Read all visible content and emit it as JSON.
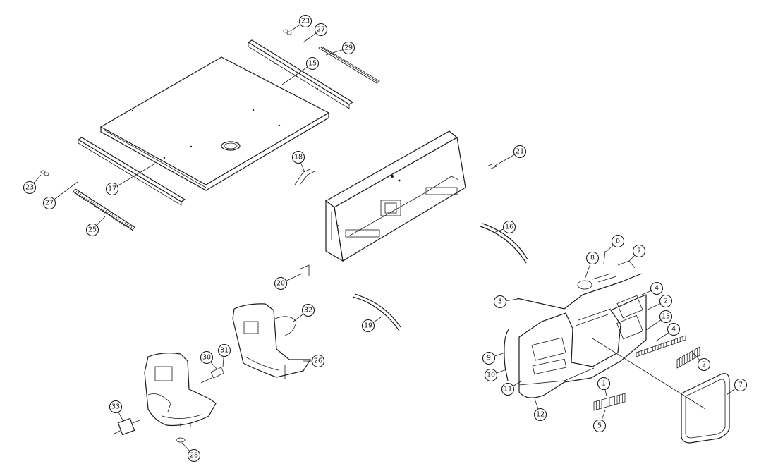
{
  "callouts": [
    {
      "id": "c23a",
      "label": "23"
    },
    {
      "id": "c27a",
      "label": "27"
    },
    {
      "id": "c29a",
      "label": "29"
    },
    {
      "id": "c15a",
      "label": "15"
    },
    {
      "id": "c23b",
      "label": "23"
    },
    {
      "id": "c27b",
      "label": "27"
    },
    {
      "id": "c17",
      "label": "17"
    },
    {
      "id": "c25",
      "label": "25"
    },
    {
      "id": "c18a",
      "label": "18"
    },
    {
      "id": "c21",
      "label": "21"
    },
    {
      "id": "c20",
      "label": "20"
    },
    {
      "id": "c19",
      "label": "19"
    },
    {
      "id": "c16",
      "label": "16"
    },
    {
      "id": "c8",
      "label": "8"
    },
    {
      "id": "c6",
      "label": "6"
    },
    {
      "id": "c7a",
      "label": "7"
    },
    {
      "id": "c3",
      "label": "3"
    },
    {
      "id": "c4a",
      "label": "4"
    },
    {
      "id": "c2a",
      "label": "2"
    },
    {
      "id": "c13",
      "label": "13"
    },
    {
      "id": "c4b",
      "label": "4"
    },
    {
      "id": "c9",
      "label": "9"
    },
    {
      "id": "c10",
      "label": "10"
    },
    {
      "id": "c11",
      "label": "11"
    },
    {
      "id": "c12",
      "label": "12"
    },
    {
      "id": "c1",
      "label": "1"
    },
    {
      "id": "c5",
      "label": "5"
    },
    {
      "id": "c2b",
      "label": "2"
    },
    {
      "id": "c7b",
      "label": "7"
    },
    {
      "id": "c32",
      "label": "32"
    },
    {
      "id": "c26",
      "label": "26"
    },
    {
      "id": "c30",
      "label": "30"
    },
    {
      "id": "c31",
      "label": "31"
    },
    {
      "id": "c33",
      "label": "33"
    },
    {
      "id": "c28",
      "label": "28"
    }
  ]
}
